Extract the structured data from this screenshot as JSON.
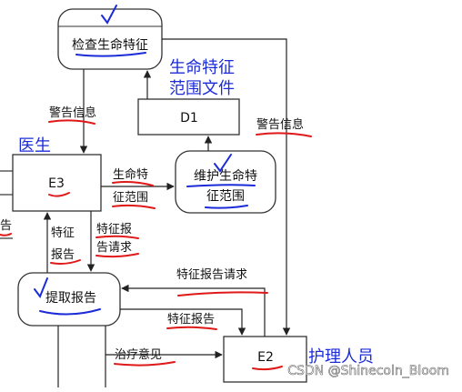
{
  "nodes": {
    "check_vitals": "检查生命特征",
    "d1": "D1",
    "vitals_file_annotation": [
      "生命特征",
      "范围文件"
    ],
    "e3": "E3",
    "doctor_annotation": "医生",
    "maintain_range": [
      "维护生命特",
      "征范围"
    ],
    "extract_report": "提取报告",
    "e2": "E2",
    "nurse_annotation": "护理人员"
  },
  "flows": {
    "alarm_left": "警告信息",
    "alarm_right": "警告信息",
    "vital_range": [
      "生命特",
      "征范围"
    ],
    "vital_report": [
      "特征",
      "报告"
    ],
    "report_request_left": [
      "特征报",
      "告请求"
    ],
    "report_request_right": "特征报告请求",
    "vital_report_bottom": "特征报告",
    "treatment_opinion": "治疗意见",
    "partial_left": "告"
  },
  "annotation_colors": {
    "underline": "#e01818",
    "check": "#1c2bd8"
  },
  "watermark": "CSDN @Shinecoln_Bloom"
}
